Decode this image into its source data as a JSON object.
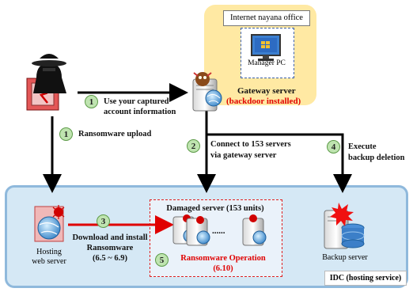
{
  "office": {
    "title": "Internet nayana office",
    "pc_label": "Manager PC"
  },
  "gateway": {
    "name": "Gateway server",
    "note": "(backdoor installed)"
  },
  "steps": [
    {
      "num": "1",
      "text1": "Use your captured",
      "text2": "account information"
    },
    {
      "num": "1",
      "text1": "Ransomware upload"
    },
    {
      "num": "2",
      "text1": "Connect to 153 servers",
      "text2": "via gateway server"
    },
    {
      "num": "4",
      "text1": "Execute",
      "text2": "backup deletion"
    },
    {
      "num": "3",
      "text1": "Download and install",
      "text2": "Ransomware",
      "text3": "(6.5 ~ 6.9)"
    },
    {
      "num": "5",
      "text1": "Ransomware Operation",
      "text2": "(6.10)"
    }
  ],
  "hosting": {
    "line1": "Hosting",
    "line2": "web server"
  },
  "damaged": {
    "title": "Damaged server (153 units)",
    "dots": "......"
  },
  "backup": {
    "label": "Backup server"
  },
  "idc": {
    "label": "IDC (hosting service)"
  }
}
